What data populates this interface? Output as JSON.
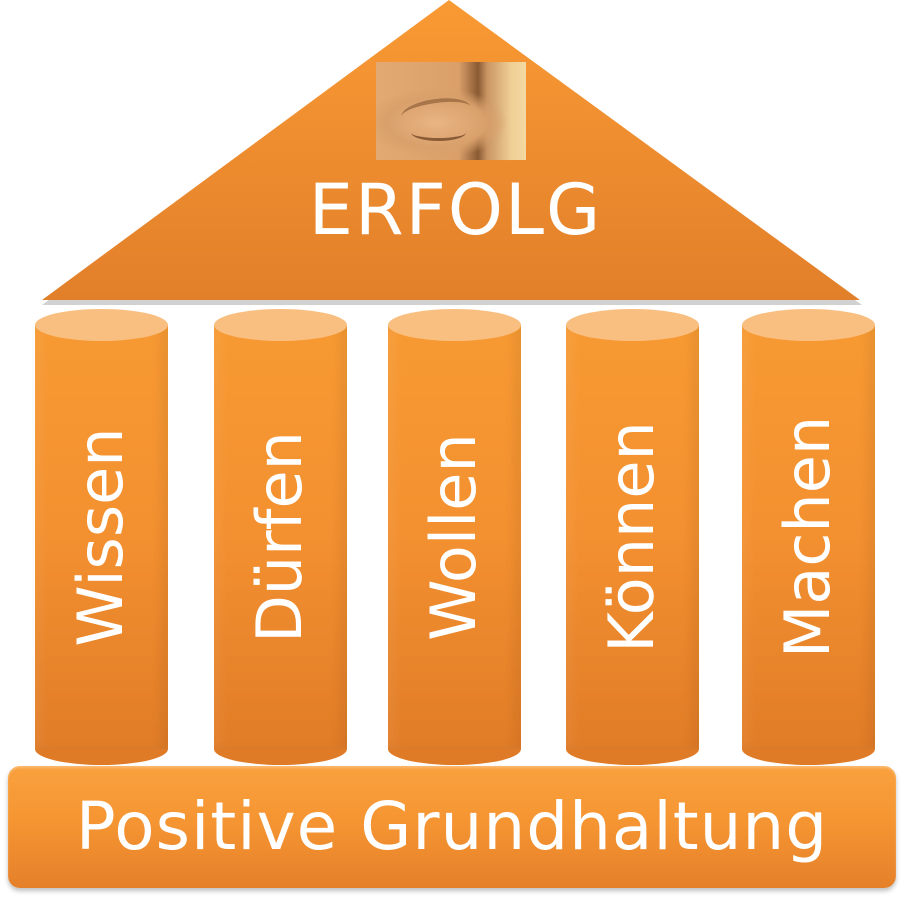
{
  "diagram": {
    "type": "temple-of-success",
    "roof": {
      "title": "ERFOLG",
      "image": "closed-eye-face-photo",
      "color_top": "#F99A34",
      "color_bottom": "#E27F2A"
    },
    "pillars": [
      {
        "label": "Wissen"
      },
      {
        "label": "Dürfen"
      },
      {
        "label": "Wollen"
      },
      {
        "label": "Können"
      },
      {
        "label": "Machen"
      }
    ],
    "foundation": {
      "label": "Positive Grundhaltung"
    },
    "colors": {
      "pillar_body": "#F39030",
      "pillar_top": "#F9BF80",
      "text": "#FFFFFF",
      "background": "#FFFFFF"
    }
  }
}
